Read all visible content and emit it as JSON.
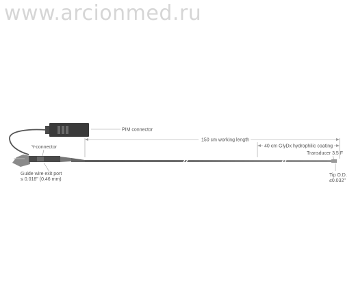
{
  "watermark": "www.arcionmed.ru",
  "labels": {
    "pim_connector": "PIM connector",
    "working_length": "150 cm working length",
    "coating": "40 cm GlyDx hydrophilic coating",
    "transducer": "Transducer 3.5 F",
    "y_connector": "Y-connector",
    "guide_wire_line1": "Guide wire exit port",
    "guide_wire_line2": "≤ 0.018\" (0.46 mm)",
    "tip_line1": "Tip O.D.",
    "tip_line2": "≤0.032\""
  },
  "colors": {
    "catheter": "#555555",
    "connector": "#3a3a3a",
    "dimension_line": "#9a9a9a",
    "watermark": "#d6d6d6"
  }
}
